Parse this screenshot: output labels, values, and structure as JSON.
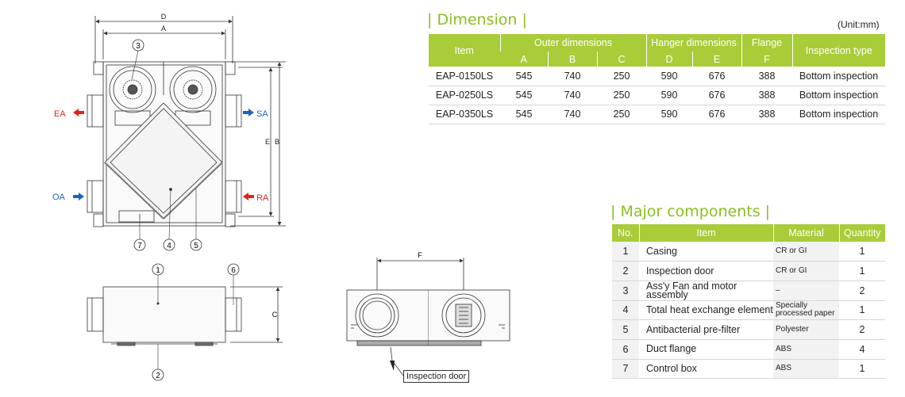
{
  "labels": {
    "D": "D",
    "A": "A",
    "B": "B",
    "E": "E",
    "C": "C",
    "F": "F",
    "EA": "EA",
    "SA": "SA",
    "OA": "OA",
    "RA": "RA",
    "n1": "1",
    "n2": "2",
    "n3": "3",
    "n4": "4",
    "n5": "5",
    "n6": "6",
    "n7": "7",
    "inspection_door": "Inspection door"
  },
  "dimension": {
    "title": "| Dimension |",
    "unit": "(Unit:mm)",
    "headers": {
      "item": "Item",
      "outer": "Outer dimensions",
      "hanger": "Hanger dimensions",
      "flange": "Flange",
      "inspection": "Inspection type",
      "a": "A",
      "b": "B",
      "c": "C",
      "d": "D",
      "e": "E",
      "f": "F"
    },
    "rows": [
      {
        "item": "EAP-0150LS",
        "a": "545",
        "b": "740",
        "c": "250",
        "d": "590",
        "e": "676",
        "f": "388",
        "type": "Bottom inspection"
      },
      {
        "item": "EAP-0250LS",
        "a": "545",
        "b": "740",
        "c": "250",
        "d": "590",
        "e": "676",
        "f": "388",
        "type": "Bottom inspection"
      },
      {
        "item": "EAP-0350LS",
        "a": "545",
        "b": "740",
        "c": "250",
        "d": "590",
        "e": "676",
        "f": "388",
        "type": "Bottom inspection"
      }
    ]
  },
  "components": {
    "title": "| Major components |",
    "headers": {
      "no": "No.",
      "item": "Item",
      "material": "Material",
      "quantity": "Quantity"
    },
    "rows": [
      {
        "no": "1",
        "item": "Casing",
        "material": "CR or GI",
        "qty": "1"
      },
      {
        "no": "2",
        "item": "Inspection door",
        "material": "CR or GI",
        "qty": "1"
      },
      {
        "no": "3",
        "item": "Ass'y Fan and motor assembly",
        "material": "–",
        "qty": "2"
      },
      {
        "no": "4",
        "item": "Total heat exchange element",
        "material": "Specially processed paper",
        "qty": "1"
      },
      {
        "no": "5",
        "item": "Antibacterial pre-filter",
        "material": "Polyester",
        "qty": "2"
      },
      {
        "no": "6",
        "item": "Duct flange",
        "material": "ABS",
        "qty": "4"
      },
      {
        "no": "7",
        "item": "Control box",
        "material": "ABS",
        "qty": "1"
      }
    ]
  },
  "colors": {
    "accent": "#a9cc39",
    "title": "#8cbf1f",
    "arrow_blue": "#1b64c8",
    "arrow_red": "#e2231a"
  }
}
